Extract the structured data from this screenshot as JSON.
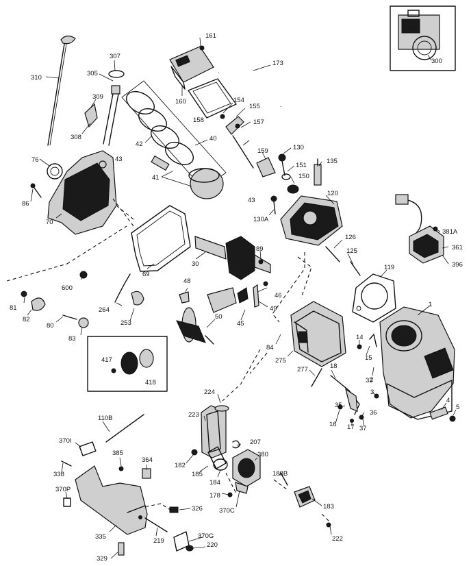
{
  "part_labels": [
    "161",
    "307",
    "310",
    "305",
    "173",
    "309",
    "160",
    "308",
    "154",
    "155",
    "158",
    "157",
    "42",
    "40",
    "159",
    "130",
    "76",
    "43",
    "135",
    "151",
    "150",
    "41",
    "86",
    "43",
    "120",
    "130A",
    "70",
    "381A",
    "126",
    "361",
    "396",
    "30",
    "125",
    "69",
    "89",
    "119",
    "600",
    "48",
    "46",
    "1",
    "81",
    "264",
    "49",
    "82",
    "253",
    "80",
    "50",
    "83",
    "45",
    "14",
    "84",
    "15",
    "275",
    "2",
    "277",
    "3",
    "417",
    "18",
    "4",
    "5",
    "418",
    "224",
    "33",
    "35",
    "223",
    "36",
    "16",
    "17",
    "37",
    "110B",
    "207",
    "370I",
    "385",
    "364",
    "380",
    "182",
    "338",
    "185",
    "184",
    "188B",
    "178",
    "370P",
    "326",
    "183",
    "370C",
    "335",
    "219",
    "370G",
    "220",
    "222",
    "329",
    "300"
  ]
}
